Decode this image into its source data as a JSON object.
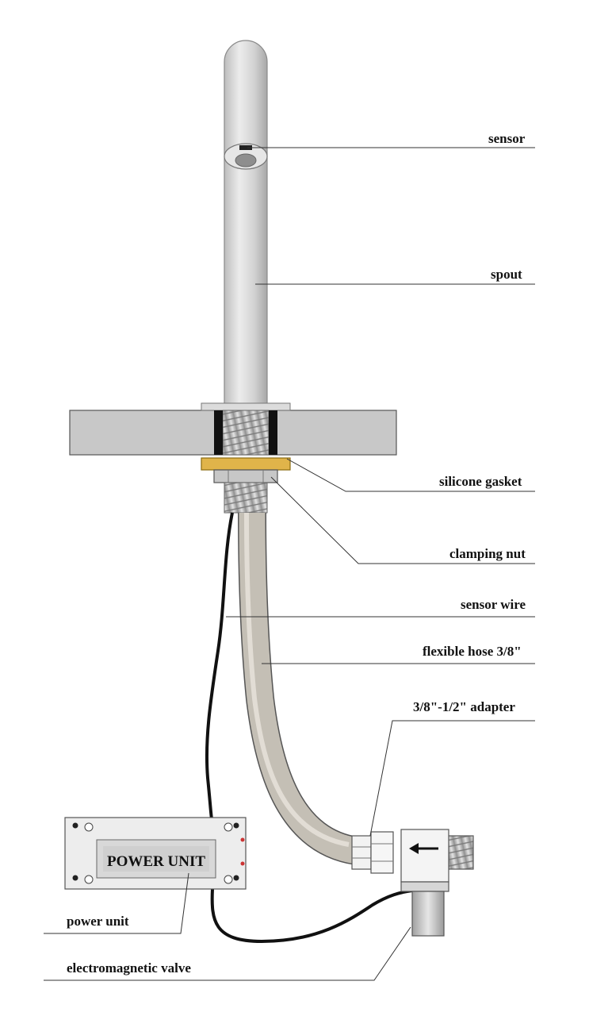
{
  "labels": {
    "sensor": "sensor",
    "spout": "spout",
    "silicone_gasket": "silicone gasket",
    "clamping_nut": "clamping nut",
    "sensor_wire": "sensor wire",
    "flexible_hose": "flexible hose 3/8\"",
    "adapter": "3/8\"-1/2\" adapter",
    "power_unit": "power unit",
    "electromagnetic_valve": "electromagnetic valve"
  },
  "power_unit_plate": "POWER UNIT",
  "colors": {
    "spout": "#d4d4d4",
    "countertop": "#c8c8c8",
    "gasket": "#e0b44a",
    "hose": "#c4bfb5",
    "wire": "#111111"
  }
}
